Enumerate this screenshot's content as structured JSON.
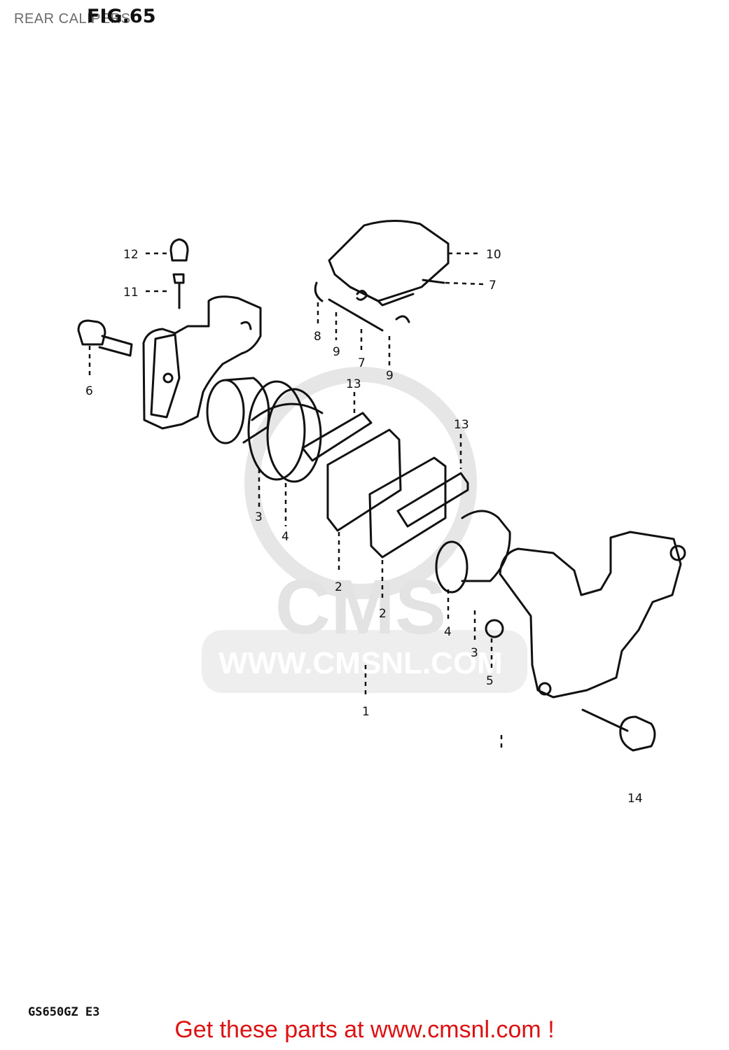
{
  "page": {
    "title": "REAR CALIPERS",
    "figure": "FIG.65",
    "model": "GS650GZ E3",
    "footer_link": "Get these parts at www.cmsnl.com !"
  },
  "watermark": {
    "brand": "CMS",
    "url": "WWW.CMSNL.COM"
  },
  "callouts": [
    {
      "id": "12",
      "label": "12"
    },
    {
      "id": "11",
      "label": "11"
    },
    {
      "id": "6",
      "label": "6"
    },
    {
      "id": "10",
      "label": "10"
    },
    {
      "id": "7a",
      "label": "7"
    },
    {
      "id": "8",
      "label": "8"
    },
    {
      "id": "9a",
      "label": "9"
    },
    {
      "id": "7b",
      "label": "7"
    },
    {
      "id": "9b",
      "label": "9"
    },
    {
      "id": "13a",
      "label": "13"
    },
    {
      "id": "13b",
      "label": "13"
    },
    {
      "id": "3a",
      "label": "3"
    },
    {
      "id": "4a",
      "label": "4"
    },
    {
      "id": "2a",
      "label": "2"
    },
    {
      "id": "2b",
      "label": "2"
    },
    {
      "id": "4b",
      "label": "4"
    },
    {
      "id": "3b",
      "label": "3"
    },
    {
      "id": "5",
      "label": "5"
    },
    {
      "id": "1",
      "label": "1"
    },
    {
      "id": "14",
      "label": "14"
    }
  ],
  "colors": {
    "ink": "#111111",
    "watermark": "#e6e6e6",
    "footer": "#dd1111",
    "title": "#6b6b6b"
  }
}
